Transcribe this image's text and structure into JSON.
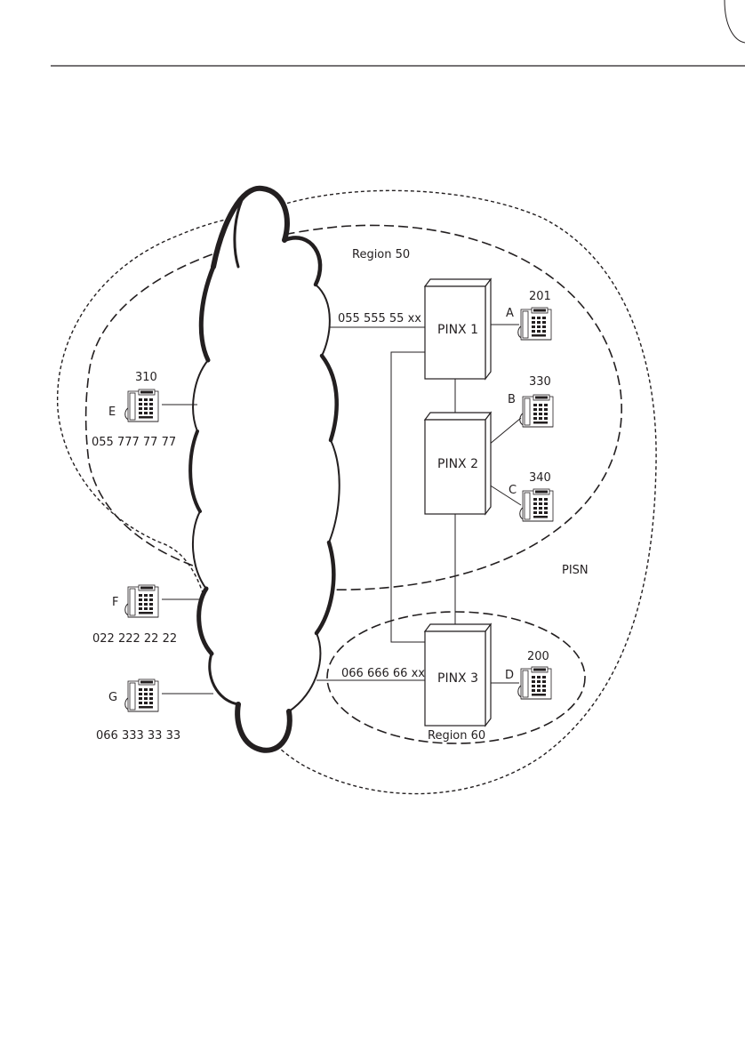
{
  "regions": {
    "region50": "Region 50",
    "region60": "Region 60",
    "pisn": "PISN"
  },
  "pinx": [
    {
      "id": "pinx1",
      "label": "PINX 1"
    },
    {
      "id": "pinx2",
      "label": "PINX 2"
    },
    {
      "id": "pinx3",
      "label": "PINX 3"
    }
  ],
  "trunks": {
    "pinx1": "055 555 55 xx",
    "pinx3": "066 666 66 xx"
  },
  "phones": {
    "A": {
      "letter": "A",
      "ext": "201"
    },
    "B": {
      "letter": "B",
      "ext": "330"
    },
    "C": {
      "letter": "C",
      "ext": "340"
    },
    "D": {
      "letter": "D",
      "ext": "200"
    },
    "E": {
      "letter": "E",
      "ext": "310",
      "number": "055 777 77 77"
    },
    "F": {
      "letter": "F",
      "number": "022 222 22 22"
    },
    "G": {
      "letter": "G",
      "number": "066 333 33 33"
    }
  },
  "icons": {
    "network_cloud": "cloud-icon",
    "telephone": "desk-phone-icon"
  }
}
